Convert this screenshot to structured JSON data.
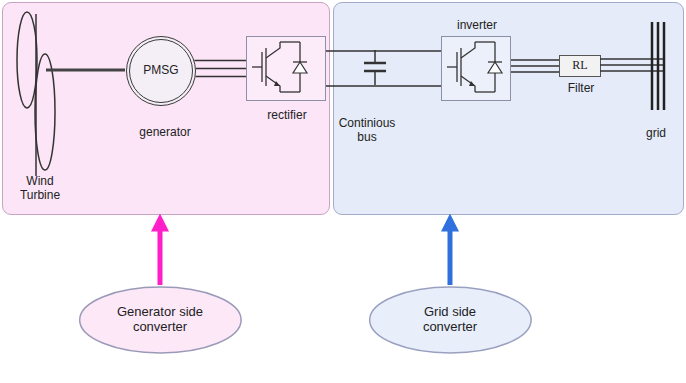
{
  "diagram": {
    "nodes": [
      {
        "text": [
          "Wind Turbine"
        ]
      },
      {
        "text": [
          "PMSG",
          "generator"
        ],
        "in": 0
      },
      {
        "text": [
          "rectifier"
        ],
        "in": 0
      },
      {
        "text": [
          "Continious bus",
          "grid"
        ]
      },
      {
        "text": [
          "inverter"
        ],
        "in": 3
      },
      {
        "text": [
          "RL",
          "Filter"
        ],
        "in": 3
      },
      {
        "text": [
          "Generator side converter"
        ]
      },
      {
        "text": [
          "Grid side converter"
        ]
      }
    ],
    "edges": [
      {
        "from": 1,
        "to": 2,
        "arrow": "none"
      },
      {
        "from": 2,
        "to": 4,
        "arrow": "none"
      },
      {
        "from": 4,
        "to": 5,
        "arrow": "none"
      },
      {
        "from": 6,
        "to": 0,
        "arrow": "to"
      },
      {
        "from": 7,
        "to": 3,
        "arrow": "to"
      }
    ]
  }
}
